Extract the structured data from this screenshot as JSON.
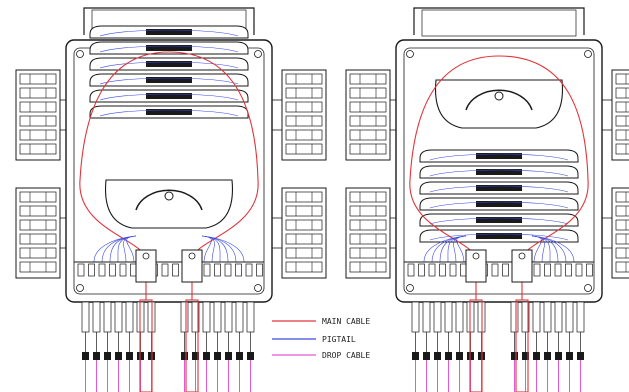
{
  "legend": {
    "main_cable": "MAIN CABLE",
    "pigtail": "PIGTAIL",
    "drop_cable": "DROP CABLE"
  },
  "colors": {
    "line": "#1a1a1a",
    "main_cable": "#e0353b",
    "pigtail": "#3a49e0",
    "drop_cable": "#e05ad2",
    "background": "#ffffff"
  },
  "boxes": [
    {
      "variant": "splice-trays-top",
      "trays": 6
    },
    {
      "variant": "splice-trays-bottom",
      "trays": 6
    }
  ]
}
